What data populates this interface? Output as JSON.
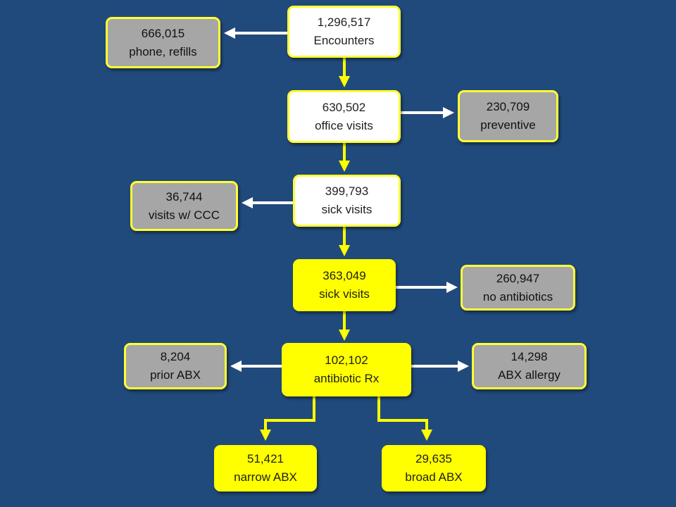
{
  "colors": {
    "background": "#214a7c",
    "main_box": "#ffffff",
    "excluded_box": "#a6a6a6",
    "highlight_box": "#ffff00",
    "border": "#ffff33",
    "main_arrow": "#ffff00",
    "side_arrow": "#ffffff"
  },
  "nodes": {
    "encounters": {
      "value": "1,296,517",
      "label": "Encounters"
    },
    "phone_refills": {
      "value": "666,015",
      "label": "phone, refills"
    },
    "office_visits": {
      "value": "630,502",
      "label": "office visits"
    },
    "preventive": {
      "value": "230,709",
      "label": "preventive"
    },
    "sick_visits_all": {
      "value": "399,793",
      "label": "sick visits"
    },
    "visits_ccc": {
      "value": "36,744",
      "label": "visits w/ CCC"
    },
    "sick_visits": {
      "value": "363,049",
      "label": "sick visits"
    },
    "no_antibiotics": {
      "value": "260,947",
      "label": "no antibiotics"
    },
    "antibiotic_rx": {
      "value": "102,102",
      "label": "antibiotic Rx"
    },
    "prior_abx": {
      "value": "8,204",
      "label": "prior ABX"
    },
    "abx_allergy": {
      "value": "14,298",
      "label": "ABX allergy"
    },
    "narrow_abx": {
      "value": "51,421",
      "label": "narrow ABX"
    },
    "broad_abx": {
      "value": "29,635",
      "label": "broad ABX"
    }
  }
}
